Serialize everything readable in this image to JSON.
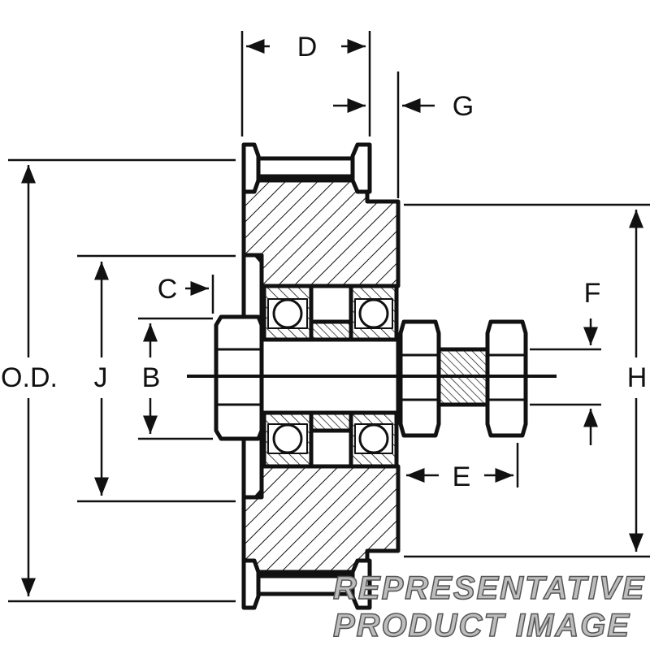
{
  "labels": {
    "D": "D",
    "G": "G",
    "OD": "O.D.",
    "J": "J",
    "B": "B",
    "C": "C",
    "H": "H",
    "F": "F",
    "E": "E"
  },
  "watermark": {
    "line1": "REPRESENTATIVE",
    "line2": "PRODUCT IMAGE"
  },
  "colors": {
    "ink": "#111111",
    "watermark_fill": "#bdbdbd"
  }
}
